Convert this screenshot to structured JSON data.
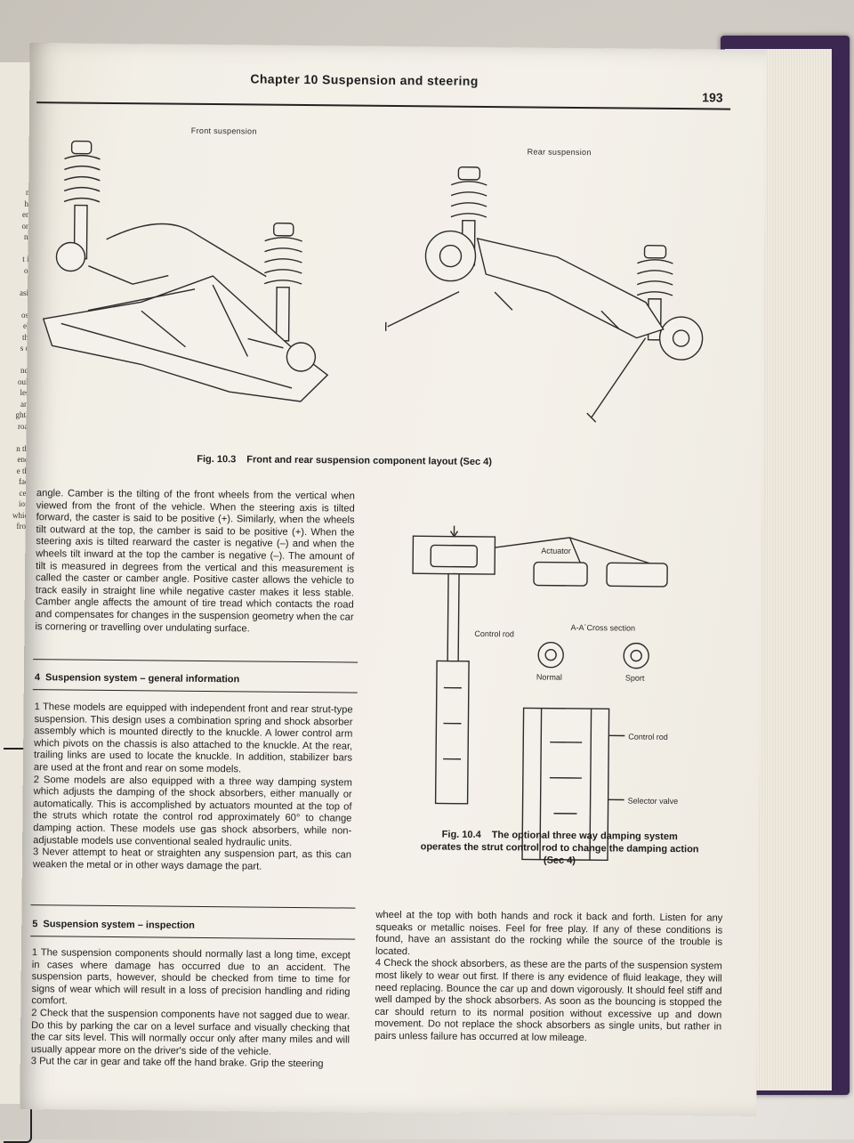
{
  "header": {
    "chapter_title": "Chapter 10 Suspension and steering",
    "page_number": "193"
  },
  "fig_10_3": {
    "front_label": "Front suspension",
    "rear_label": "Rear suspension",
    "caption_number": "Fig. 10.3",
    "caption_text": "Front and rear suspension component layout (Sec 4)"
  },
  "fig_10_4": {
    "labels": {
      "actuator": "Actuator",
      "control_rod_top": "Control rod",
      "cross_section": "A-A´Cross section",
      "normal": "Normal",
      "sport": "Sport",
      "control_rod_bottom": "Control rod",
      "selector_valve": "Selector valve"
    },
    "caption_number": "Fig. 10.4",
    "caption_line1": "The optional three way damping system",
    "caption_line2": "operates the strut control rod to change the damping action",
    "caption_line3": "(Sec 4)"
  },
  "intro_paragraph": "angle. Camber is the tilting of the front wheels from the vertical when viewed from the front of the vehicle. When the steering axis is tilted forward, the caster is said to be positive (+). Similarly, when the wheels tilt outward at the top, the camber is said to be positive (+). When the steering axis is tilted rearward the caster is negative (–) and when the wheels tilt inward at the top the camber is negative (–). The amount of tilt is measured in degrees from the vertical and this measurement is called the caster or camber angle. Positive caster allows the vehicle to track easily in straight line while negative caster makes it less stable. Camber angle affects the amount of tire tread which contacts the road and compensates for changes in the suspension geometry when the car is cornering or travelling over undulating surface.",
  "section_4": {
    "number": "4",
    "title": "Suspension system – general information",
    "para1": "1 These models are equipped with independent front and rear strut-type suspension. This design uses a combination spring and shock absorber assembly which is mounted directly to the knuckle. A lower control arm which pivots on the chassis is also attached to the knuckle. At the rear, trailing links are used to locate the knuckle. In addition, stabilizer bars are used at the front and rear on some models.",
    "para2": "2 Some models are also equipped with a three way damping system which adjusts the damping of the shock absorbers, either manually or automatically. This is accomplished by actuators mounted at the top of the struts which rotate the control rod approximately 60° to change damping action. These models use gas shock absorbers, while non-adjustable models use conventional sealed hydraulic units.",
    "para3": "3 Never attempt to heat or straighten any suspension part, as this can weaken the metal or in other ways damage the part."
  },
  "section_5": {
    "number": "5",
    "title": "Suspension system – inspection",
    "para1": "1 The suspension components should normally last a long time, except in cases where damage has occurred due to an accident. The suspension parts, however, should be checked from time to time for signs of wear which will result in a loss of precision handling and riding comfort.",
    "para2": "2 Check that the suspension components have not sagged due to wear. Do this by parking the car on a level surface and visually checking that the car sits level. This will normally occur only after many miles and will usually appear more on the driver's side of the vehicle.",
    "para3": "3 Put the car in gear and take off the hand brake. Grip the steering"
  },
  "right_column_text": "wheel at the top with both hands and rock it back and forth. Listen for any squeaks or metallic noises. Feel for free play. If any of these conditions is found, have an assistant do the rocking while the source of the trouble is located.\n4 Check the shock absorbers, as these are the parts of the suspension system most likely to wear out first. If there is any evidence of fluid leakage, they will need replacing. Bounce the car up and down vigorously. It should feel stiff and well damped by the shock absorbers. As soon as the bouncing is stopped the car should return to its normal position without excessive up and down movement. Do not replace the shock absorbers as single units, but rather in pairs unless failure has occurred at low mileage.",
  "left_page_margin": "nt\nhe\nent\nont\nnd\n\nt is\nop\n\nasic\n\nose\nels\nthe\ns of\n\nnch\nould\nless\nand\nghtly\nroad\n\nn the\nends\ne the\nface\nces-\nions\nwhich\nfrom"
}
